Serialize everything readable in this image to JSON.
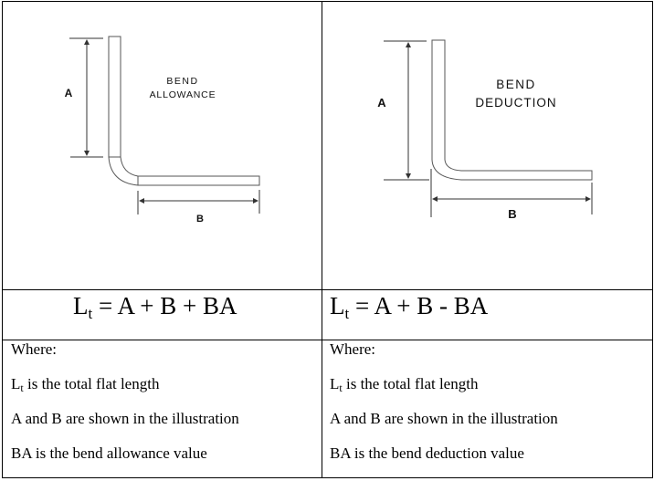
{
  "left": {
    "diagram": {
      "label_a": "A",
      "label_b": "B",
      "title_line1": "BEND",
      "title_line2": "ALLOWANCE"
    },
    "formula": {
      "lhs": "L",
      "sub": "t",
      "rhs": " = A + B + BA"
    },
    "where": {
      "heading": "Where:",
      "line1_sym": "L",
      "line1_sub": "t",
      "line1_text": " is the total flat length",
      "line2": "A and B are shown in the illustration",
      "line3": "BA is the bend allowance value"
    }
  },
  "right": {
    "diagram": {
      "label_a": "A",
      "label_b": "B",
      "title_line1": "BEND",
      "title_line2": "DEDUCTION"
    },
    "formula": {
      "lhs": "L",
      "sub": "t",
      "rhs": " = A + B - BA"
    },
    "where": {
      "heading": "Where:",
      "line1_sym": "L",
      "line1_sub": "t",
      "line1_text": " is the total flat length",
      "line2": "A and B are shown in the illustration",
      "line3": "BA is the bend deduction value"
    }
  }
}
